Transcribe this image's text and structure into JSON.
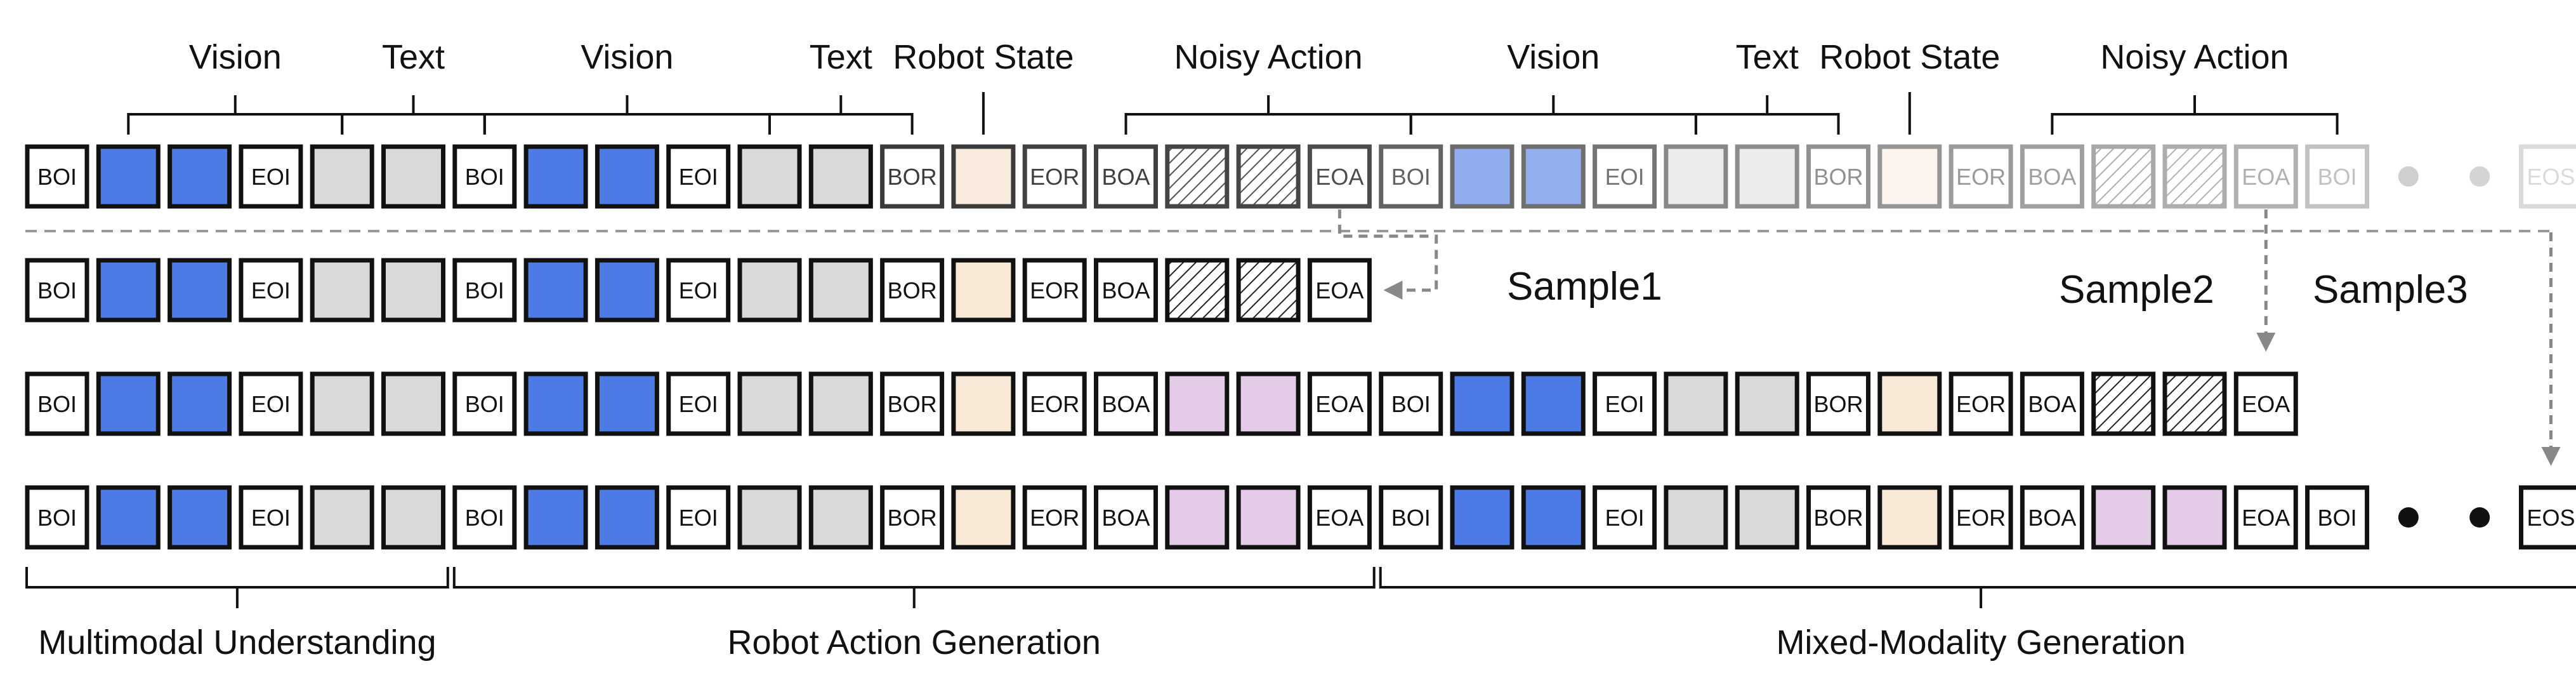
{
  "colors": {
    "vision": "#4d7be6",
    "text": "#d9d9d9",
    "state": "#f8e9d7",
    "action": "#e4cce9",
    "border": "#111111",
    "arrow": "#888888",
    "separator": "#999999"
  },
  "top_labels": [
    {
      "text": "Vision",
      "from": 1,
      "to": 4
    },
    {
      "text": "Text",
      "from": 4,
      "to": 6
    },
    {
      "text": "Vision",
      "from": 6,
      "to": 10
    },
    {
      "text": "Text",
      "from": 10,
      "to": 12
    },
    {
      "text": "Robot State",
      "from": 13,
      "to": 13
    },
    {
      "text": "Noisy Action",
      "from": 15,
      "to": 19
    },
    {
      "text": "Vision",
      "from": 19,
      "to": 23
    },
    {
      "text": "Text",
      "from": 23,
      "to": 25
    },
    {
      "text": "Robot State",
      "from": 26,
      "to": 26
    },
    {
      "text": "Noisy Action",
      "from": 28,
      "to": 32
    }
  ],
  "sample_labels": [
    "Sample1",
    "Sample2",
    "Sample3"
  ],
  "bottom_labels": [
    {
      "text": "Multimodal Understanding",
      "from": 0,
      "to": 6
    },
    {
      "text": "Robot Action Generation",
      "from": 6,
      "to": 19
    },
    {
      "text": "Mixed-Modality Generation",
      "from": 19,
      "to": 35
    }
  ],
  "rows": [
    {
      "name": "packed-sequence",
      "tokens": [
        "BOI",
        "V",
        "V",
        "EOI",
        "T",
        "T",
        "BOI",
        "V",
        "V",
        "EOI",
        "T",
        "T",
        "BOR",
        "S",
        "EOR",
        "BOA",
        "N",
        "N",
        "EOA",
        "BOI",
        "V",
        "V",
        "EOI",
        "T",
        "T",
        "BOR",
        "S",
        "EOR",
        "BOA",
        "N",
        "N",
        "EOA",
        "BOI",
        "DOT",
        "DOT",
        "EOS"
      ],
      "fade": [
        1,
        1,
        1,
        1,
        1,
        1,
        1,
        1,
        1,
        1,
        1,
        1,
        0.82,
        0.82,
        0.8,
        0.8,
        0.78,
        0.78,
        0.75,
        0.65,
        0.62,
        0.6,
        0.58,
        0.5,
        0.48,
        0.46,
        0.44,
        0.42,
        0.4,
        0.36,
        0.34,
        0.32,
        0.25,
        0.2,
        0.18,
        0.15
      ]
    },
    {
      "name": "sample-1",
      "tokens": [
        "BOI",
        "V",
        "V",
        "EOI",
        "T",
        "T",
        "BOI",
        "V",
        "V",
        "EOI",
        "T",
        "T",
        "BOR",
        "S",
        "EOR",
        "BOA",
        "N",
        "N",
        "EOA"
      ]
    },
    {
      "name": "sample-2",
      "tokens": [
        "BOI",
        "V",
        "V",
        "EOI",
        "T",
        "T",
        "BOI",
        "V",
        "V",
        "EOI",
        "T",
        "T",
        "BOR",
        "S",
        "EOR",
        "BOA",
        "A",
        "A",
        "EOA",
        "BOI",
        "V",
        "V",
        "EOI",
        "T",
        "T",
        "BOR",
        "S",
        "EOR",
        "BOA",
        "N",
        "N",
        "EOA"
      ]
    },
    {
      "name": "sample-3",
      "tokens": [
        "BOI",
        "V",
        "V",
        "EOI",
        "T",
        "T",
        "BOI",
        "V",
        "V",
        "EOI",
        "T",
        "T",
        "BOR",
        "S",
        "EOR",
        "BOA",
        "A",
        "A",
        "EOA",
        "BOI",
        "V",
        "V",
        "EOI",
        "T",
        "T",
        "BOR",
        "S",
        "EOR",
        "BOA",
        "A",
        "A",
        "EOA",
        "BOI",
        "DOT",
        "DOT",
        "EOS"
      ]
    }
  ]
}
